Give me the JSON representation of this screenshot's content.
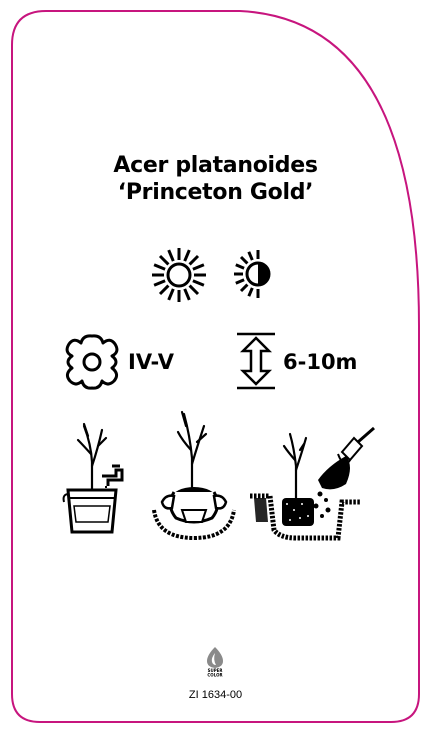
{
  "plant": {
    "name_line1": "Acer platanoides",
    "name_line2": "‘Princeton Gold’"
  },
  "flowering": {
    "months": "IV-V"
  },
  "height": {
    "value": "6-10m"
  },
  "exposure_icons": [
    "full-sun-icon",
    "half-shade-icon"
  ],
  "planting_steps_icons": [
    "water-bucket-icon",
    "remove-pot-icon",
    "plant-in-hole-icon"
  ],
  "brand": {
    "line1": "SUPER",
    "line2": "COLOR"
  },
  "label_code": "ZI 1634-00",
  "colors": {
    "border": "#c7157e",
    "ink": "#000000",
    "logo_gray": "#8a8a8a"
  }
}
